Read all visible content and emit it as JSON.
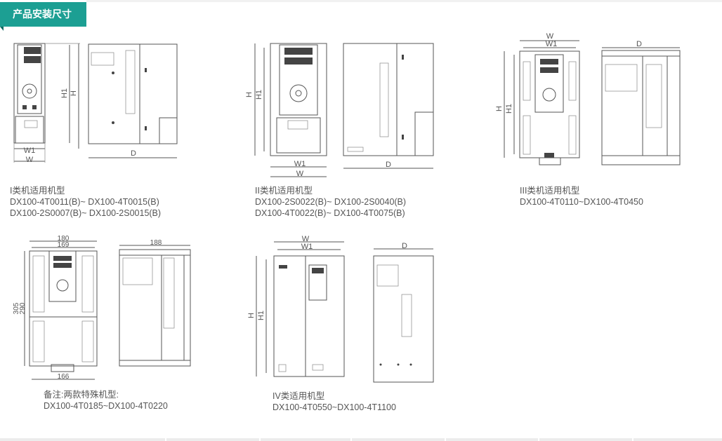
{
  "header": {
    "title": "产品安装尺寸"
  },
  "accent_color": "#1c9f93",
  "groups": [
    {
      "title": "I类机适用机型",
      "models": [
        "DX100-4T0011(B)~ DX100-4T0015(B)",
        "DX100-2S0007(B)~ DX100-2S0015(B)"
      ],
      "dims": {
        "w": "W",
        "w1": "W1",
        "h": "H",
        "h1": "H1",
        "d": "D"
      }
    },
    {
      "title": "II类机适用机型",
      "models": [
        "DX100-2S0022(B)~ DX100-2S0040(B)",
        "DX100-4T0022(B)~ DX100-4T0075(B)"
      ],
      "dims": {
        "w": "W",
        "w1": "W1",
        "h": "H",
        "h1": "H1",
        "d": "D"
      }
    },
    {
      "title": "III类机适用机型",
      "models": [
        "DX100-4T0110~DX100-4T0450"
      ],
      "dims": {
        "w": "W",
        "w1": "W1",
        "h": "H",
        "h1": "H1",
        "d": "D"
      }
    },
    {
      "title": "备注:两款特殊机型:",
      "models": [
        "DX100-4T0185~DX100-4T0220"
      ],
      "dims": {
        "w": "180",
        "w1": "169",
        "h": "305",
        "h1": "290",
        "bottom": "166",
        "d": "188"
      }
    },
    {
      "title": "IV类适用机型",
      "models": [
        "DX100-4T0550~DX100-4T1100"
      ],
      "dims": {
        "w": "W",
        "w1": "W1",
        "h": "H",
        "h1": "H1",
        "d": "D"
      }
    }
  ]
}
